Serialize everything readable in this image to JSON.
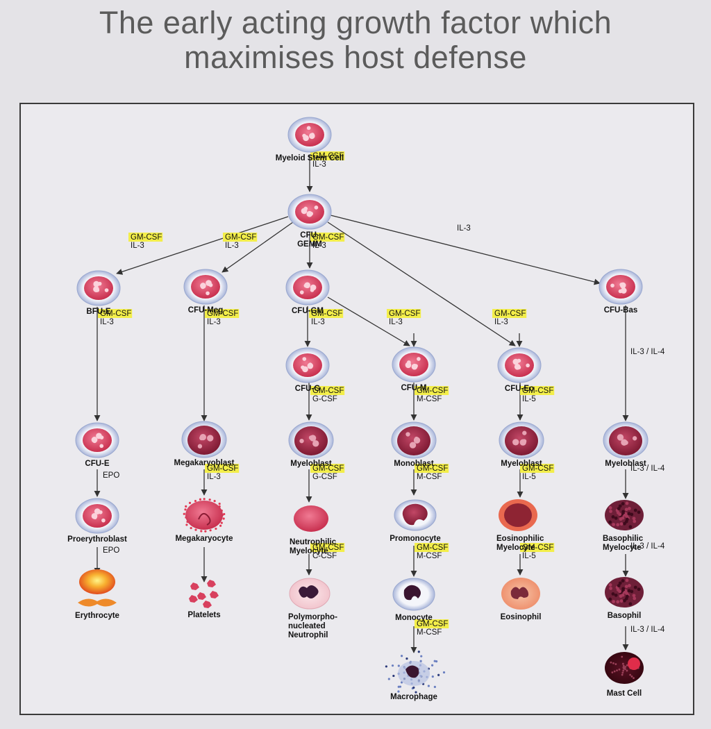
{
  "title": {
    "line1": "The early acting growth factor which",
    "line2": "maximises host defense"
  },
  "colors": {
    "highlight": "#f3ee4a",
    "cell_pink": "#d94768",
    "cell_halo": "#cfd8ef",
    "frame": "#3a3a3a"
  },
  "cells": [
    {
      "id": "myeloid",
      "label": [
        "Myeloid Stem Cell"
      ],
      "style": "halo"
    },
    {
      "id": "cfugemm",
      "label": [
        "CFU-",
        "GEMM"
      ],
      "style": "halo"
    },
    {
      "id": "bfue",
      "label": [
        "BFU-E"
      ],
      "style": "halo"
    },
    {
      "id": "cfumeg",
      "label": [
        "CFU-Meg"
      ],
      "style": "halo"
    },
    {
      "id": "cfugm",
      "label": [
        "CFU-GM"
      ],
      "style": "halo"
    },
    {
      "id": "cfubas",
      "label": [
        "CFU-Bas"
      ],
      "style": "halo"
    },
    {
      "id": "cfug",
      "label": [
        "CFU-G"
      ],
      "style": "halo"
    },
    {
      "id": "cfum",
      "label": [
        "CFU-M"
      ],
      "style": "halo"
    },
    {
      "id": "cfueo",
      "label": [
        "CFU-Eo"
      ],
      "style": "halo"
    },
    {
      "id": "cfue",
      "label": [
        "CFU-E"
      ],
      "style": "halo"
    },
    {
      "id": "megakaryoblast",
      "label": [
        "Megakaryoblast"
      ],
      "style": "blast"
    },
    {
      "id": "myeloblast1",
      "label": [
        "Myeloblast"
      ],
      "style": "blast"
    },
    {
      "id": "monoblast",
      "label": [
        "Monoblast"
      ],
      "style": "blast"
    },
    {
      "id": "myeloblast2",
      "label": [
        "Myeloblast"
      ],
      "style": "blast"
    },
    {
      "id": "myeloblast3",
      "label": [
        "Myeloblast"
      ],
      "style": "blast"
    },
    {
      "id": "proerythroblast",
      "label": [
        "Proerythroblast"
      ],
      "style": "halo"
    },
    {
      "id": "megakaryocyte",
      "label": [
        "Megakaryocyte"
      ],
      "style": "megakaryocyte"
    },
    {
      "id": "neutmyelocyte",
      "label": [
        "Neutrophilic",
        "Myelocyte"
      ],
      "style": "plain"
    },
    {
      "id": "promonocyte",
      "label": [
        "Promonocyte"
      ],
      "style": "promonocyte"
    },
    {
      "id": "eosmyelocyte",
      "label": [
        "Eosinophilic",
        "Myelocyte"
      ],
      "style": "eomyelocyte"
    },
    {
      "id": "basmyelocyte",
      "label": [
        "Basophilic",
        "Myelocyte"
      ],
      "style": "dotted"
    },
    {
      "id": "erythrocyte",
      "label": [
        "Erythrocyte"
      ],
      "style": "erythrocyte"
    },
    {
      "id": "platelets",
      "label": [
        "Platelets"
      ],
      "style": "platelets"
    },
    {
      "id": "pmn",
      "label": [
        "Polymorpho-",
        "nucleated",
        "Neutrophil"
      ],
      "style": "neutrophil"
    },
    {
      "id": "monocyte",
      "label": [
        "Monocyte"
      ],
      "style": "monocyte"
    },
    {
      "id": "eosinophil",
      "label": [
        "Eosinophil"
      ],
      "style": "eosinophil"
    },
    {
      "id": "basophil",
      "label": [
        "Basophil"
      ],
      "style": "dotted"
    },
    {
      "id": "macrophage",
      "label": [
        "Macrophage"
      ],
      "style": "macrophage"
    },
    {
      "id": "mastcell",
      "label": [
        "Mast Cell"
      ],
      "style": "mast"
    }
  ],
  "links": [
    {
      "from": "myeloid",
      "to": "cfugemm",
      "factors": [
        "GM-CSF",
        "IL-3"
      ],
      "highlight": true
    },
    {
      "from": "cfugemm",
      "to": "bfue",
      "factors": [
        "GM-CSF",
        "IL-3"
      ],
      "highlight": true
    },
    {
      "from": "cfugemm",
      "to": "cfumeg",
      "factors": [
        "GM-CSF",
        "IL-3"
      ],
      "highlight": true
    },
    {
      "from": "cfugemm",
      "to": "cfugm",
      "factors": [
        "GM-CSF",
        "IL-3"
      ],
      "highlight": true
    },
    {
      "from": "cfugemm",
      "to": "cfubas",
      "factors": [
        "IL-3"
      ],
      "highlight": false
    },
    {
      "from": "cfugemm",
      "to": "cfueo",
      "factors": [],
      "highlight": false
    },
    {
      "from": "cfugm",
      "to": "cfum",
      "factors": [],
      "highlight": false
    },
    {
      "from": "bfue",
      "to": "cfue",
      "factors": [
        "GM-CSF",
        "IL-3"
      ],
      "highlight": true
    },
    {
      "from": "cfumeg",
      "to": "megakaryoblast",
      "factors": [
        "GM-CSF",
        "IL-3"
      ],
      "highlight": true
    },
    {
      "from": "cfugm",
      "to": "cfug",
      "factors": [
        "GM-CSF",
        "IL-3"
      ],
      "highlight": true
    },
    {
      "from": "cfum_in",
      "to": "cfum",
      "factors": [
        "GM-CSF",
        "IL-3"
      ],
      "highlight": true
    },
    {
      "from": "cfueo_in",
      "to": "cfueo",
      "factors": [
        "GM-CSF",
        "IL-3"
      ],
      "highlight": true
    },
    {
      "from": "cfubas",
      "to": "myeloblast3",
      "factors": [
        "IL-3 / IL-4"
      ],
      "highlight": false
    },
    {
      "from": "cfug",
      "to": "myeloblast1",
      "factors": [
        "GM-CSF",
        "G-CSF"
      ],
      "highlight": true
    },
    {
      "from": "cfum",
      "to": "monoblast",
      "factors": [
        "GM-CSF",
        "M-CSF"
      ],
      "highlight": true
    },
    {
      "from": "cfueo",
      "to": "myeloblast2",
      "factors": [
        "GM-CSF",
        "IL-5"
      ],
      "highlight": true
    },
    {
      "from": "cfue",
      "to": "proerythroblast",
      "factors": [
        "EPO"
      ],
      "highlight": false
    },
    {
      "from": "megakaryoblast",
      "to": "megakaryocyte",
      "factors": [
        "GM-CSF",
        "IL-3"
      ],
      "highlight": true
    },
    {
      "from": "myeloblast1",
      "to": "neutmyelocyte",
      "factors": [
        "GM-CSF",
        "G-CSF"
      ],
      "highlight": true
    },
    {
      "from": "monoblast",
      "to": "promonocyte",
      "factors": [
        "GM-CSF",
        "M-CSF"
      ],
      "highlight": true
    },
    {
      "from": "myeloblast2",
      "to": "eosmyelocyte",
      "factors": [
        "GM-CSF",
        "IL-5"
      ],
      "highlight": true
    },
    {
      "from": "myeloblast3",
      "to": "basmyelocyte",
      "factors": [
        "IL-3 / IL-4"
      ],
      "highlight": false
    },
    {
      "from": "proerythroblast",
      "to": "erythrocyte",
      "factors": [
        "EPO"
      ],
      "highlight": false
    },
    {
      "from": "megakaryocyte",
      "to": "platelets",
      "factors": [],
      "highlight": false
    },
    {
      "from": "neutmyelocyte",
      "to": "pmn",
      "factors": [
        "GM-CSF",
        "C-CSF"
      ],
      "highlight": true
    },
    {
      "from": "promonocyte",
      "to": "monocyte",
      "factors": [
        "GM-CSF",
        "M-CSF"
      ],
      "highlight": true
    },
    {
      "from": "eosmyelocyte",
      "to": "eosinophil",
      "factors": [
        "GM-CSF",
        "IL-5"
      ],
      "highlight": true
    },
    {
      "from": "basmyelocyte",
      "to": "basophil",
      "factors": [
        "IL-3 / IL-4"
      ],
      "highlight": false
    },
    {
      "from": "monocyte",
      "to": "macrophage",
      "factors": [
        "GM-CSF",
        "M-CSF"
      ],
      "highlight": true
    },
    {
      "from": "basophil",
      "to": "mastcell",
      "factors": [
        "IL-3 / IL-4"
      ],
      "highlight": false
    }
  ]
}
